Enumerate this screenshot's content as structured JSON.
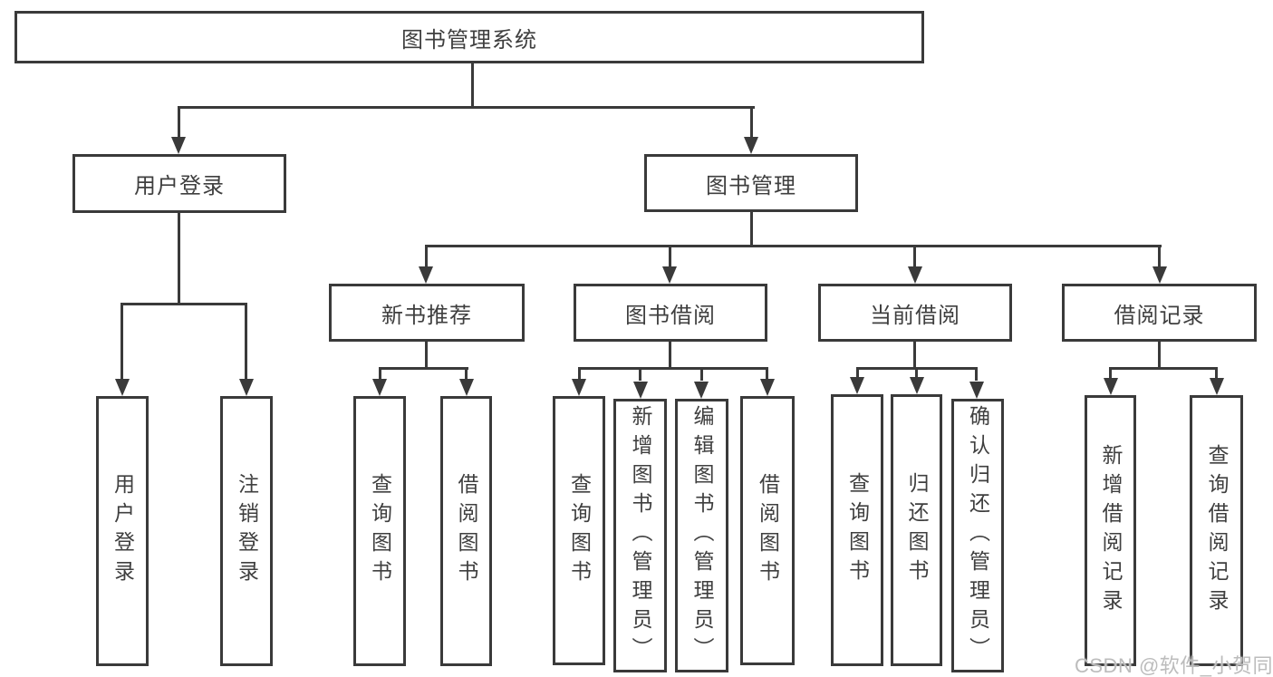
{
  "diagram": {
    "root": {
      "label": "图书管理系统"
    },
    "level2": [
      "用户登录",
      "图书管理"
    ],
    "level3": [
      "新书推荐",
      "图书借阅",
      "当前借阅",
      "借阅记录"
    ],
    "leaves": {
      "user_login": [
        "用户登录",
        "注销登录"
      ],
      "new_book": [
        "查询图书",
        "借阅图书"
      ],
      "book_borrow": [
        "查询图书",
        "新增图书（管理员）",
        "编辑图书（管理员）",
        "借阅图书"
      ],
      "current_borrow": [
        "查询图书",
        "归还图书",
        "确认归还（管理员）"
      ],
      "records": [
        "新增借阅记录",
        "查询借阅记录"
      ]
    },
    "watermark": "CSDN @软件_小贺同学",
    "colors": {
      "line": "#3a3a3a",
      "text": "#3f3f3f",
      "watermark": "#bcbcbc",
      "background": "#ffffff"
    }
  }
}
